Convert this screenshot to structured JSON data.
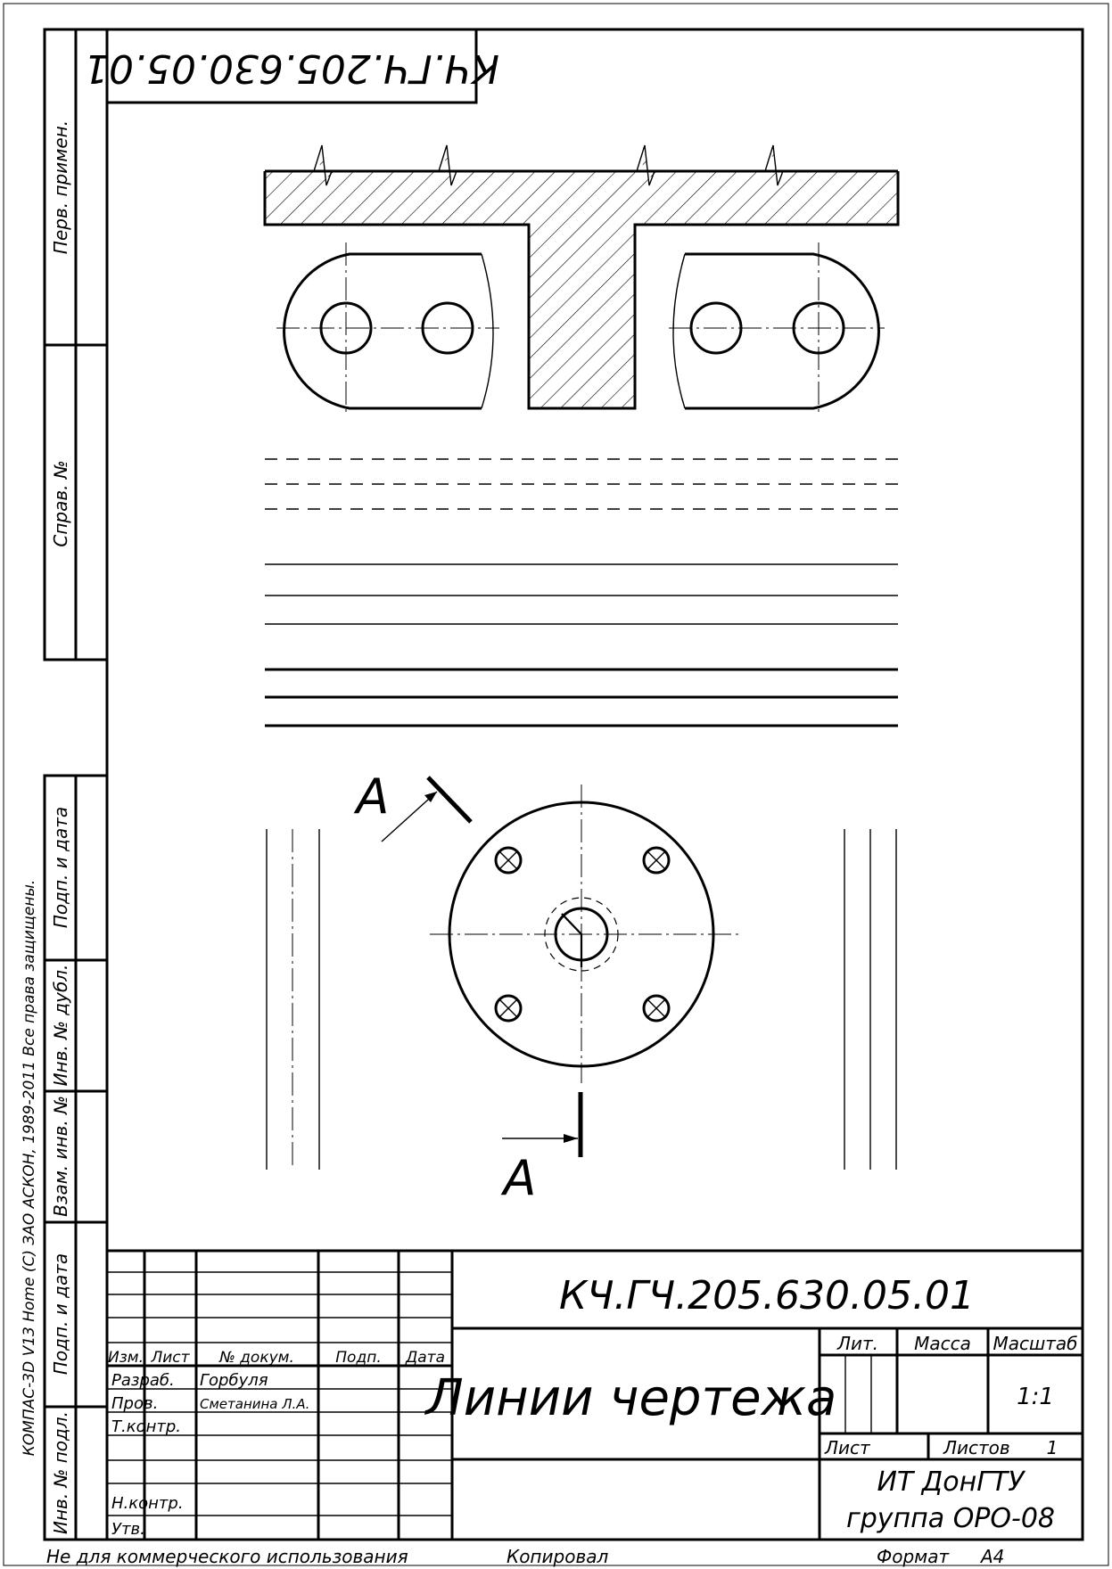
{
  "document": {
    "code": "КЧ.ГЧ.205.630.05.01",
    "title": "Линии чертежа",
    "org_line1": "ИТ ДонГТУ",
    "org_line2": "группа ОРО-08",
    "scale": "1:1",
    "sheets_total": "1"
  },
  "left_strip": {
    "perv_primen": "Перв. примен.",
    "sprav_no": "Справ. №",
    "podp_data_top": "Подп. и дата",
    "inv_dubl": "Инв. № дубл.",
    "vzam_inv": "Взам. инв. №",
    "podp_data_bottom": "Подп. и дата",
    "inv_podl": "Инв. № подл."
  },
  "copyright": "КОМПАС-3D V13 Home (С) ЗАО АСКОН, 1989-2011 Все права защищены.",
  "title_block": {
    "col_izm": "Изм.",
    "col_list": "Лист",
    "col_docum": "№ докум.",
    "col_podp": "Подп.",
    "col_data": "Дата",
    "row_razrab": "Разраб.",
    "row_prov": "Пров.",
    "row_tkontr": "Т.контр.",
    "row_nkontr": "Н.контр.",
    "row_utv": "Утв.",
    "name_razrab": "Горбуля",
    "name_prov": "Сметанина Л.А.",
    "lit_label": "Лит.",
    "massa_label": "Масса",
    "masshtab_label": "Масштаб",
    "list_label": "Лист",
    "listov_label": "Листов"
  },
  "footer": {
    "not_commercial": "Не для коммерческого использования",
    "kopiroval": "Копировал",
    "format_label": "Формат",
    "format_value": "А4"
  },
  "section_labels": {
    "top": "А",
    "bottom": "А"
  }
}
